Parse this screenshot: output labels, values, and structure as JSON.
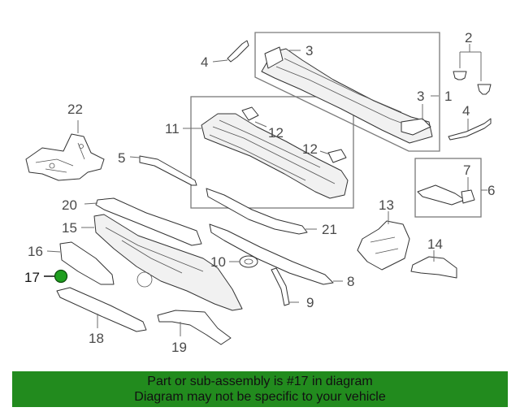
{
  "callouts": {
    "c1": "1",
    "c2": "2",
    "c3a": "3",
    "c3b": "3",
    "c4a": "4",
    "c4b": "4",
    "c5": "5",
    "c6": "6",
    "c7": "7",
    "c8": "8",
    "c9": "9",
    "c10": "10",
    "c11": "11",
    "c12a": "12",
    "c12b": "12",
    "c13": "13",
    "c14": "14",
    "c15": "15",
    "c16": "16",
    "c17": "17",
    "c18": "18",
    "c19": "19",
    "c20": "20",
    "c21": "21",
    "c22": "22"
  },
  "highlight": {
    "part_number": "17",
    "marker_color": "#1f9e1f"
  },
  "banner": {
    "line1": "Part or sub-assembly is #17 in diagram",
    "line2": "Diagram may not be specific to your vehicle",
    "background_color": "#228b1e"
  }
}
